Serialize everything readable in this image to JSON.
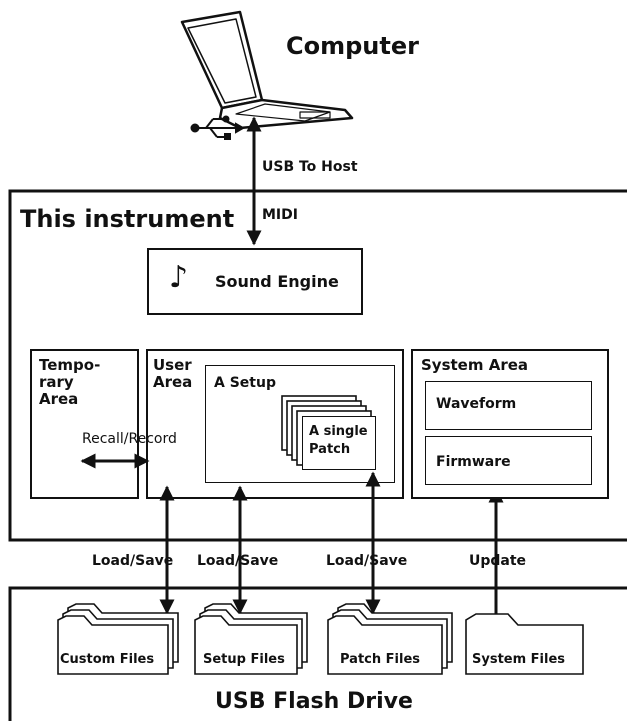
{
  "computer": {
    "label": "Computer"
  },
  "connection": {
    "usb_label": "USB To Host",
    "midi_label": "MIDI"
  },
  "instrument": {
    "title": "This instrument",
    "sound_engine": "Sound Engine",
    "temporary_area": {
      "line1": "Tempo-",
      "line2": "rary",
      "line3": "Area"
    },
    "recall_record": "Recall/Record",
    "user_area": {
      "line1": "User",
      "line2": "Area",
      "setup": "A Setup",
      "patch_line1": "A single",
      "patch_line2": "Patch"
    },
    "system_area": {
      "title": "System Area",
      "waveform": "Waveform",
      "firmware": "Firmware"
    }
  },
  "transfers": {
    "load_save": "Load/Save",
    "update": "Update"
  },
  "usb_drive": {
    "title": "USB Flash Drive",
    "files": [
      "Custom Files",
      "Setup Files",
      "Patch Files",
      "System Files"
    ]
  }
}
